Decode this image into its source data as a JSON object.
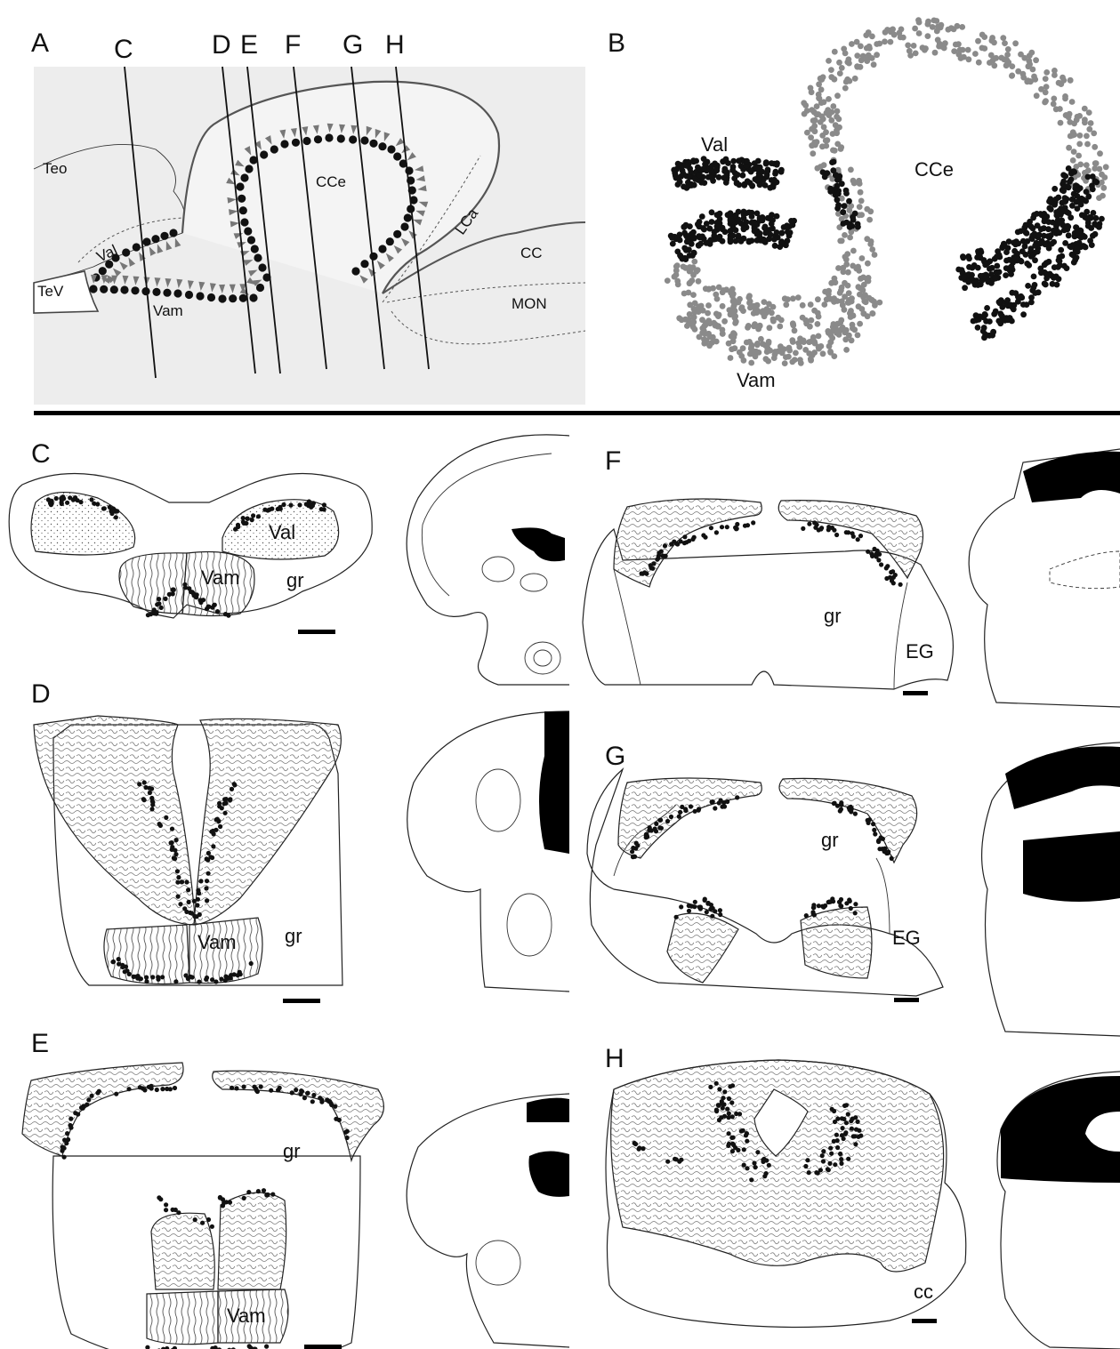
{
  "panels": {
    "A": {
      "label": "A",
      "cut_labels": [
        "C",
        "D",
        "E",
        "F",
        "G",
        "H"
      ],
      "regions": {
        "teo": "Teo",
        "tev": "TeV",
        "val": "Val",
        "vam": "Vam",
        "cce": "CCe",
        "lca": "LCa",
        "cc": "CC",
        "mon": "MON"
      }
    },
    "B": {
      "label": "B",
      "regions": {
        "val": "Val",
        "cce": "CCe",
        "vam": "Vam"
      }
    },
    "C": {
      "label": "C",
      "regions": {
        "val": "Val",
        "vam": "Vam",
        "gr": "gr"
      }
    },
    "D": {
      "label": "D",
      "regions": {
        "vam": "Vam",
        "gr": "gr"
      }
    },
    "E": {
      "label": "E",
      "regions": {
        "gr": "gr",
        "vam": "Vam"
      }
    },
    "F": {
      "label": "F",
      "regions": {
        "gr": "gr",
        "eg": "EG"
      }
    },
    "G": {
      "label": "G",
      "regions": {
        "gr": "gr",
        "eg": "EG"
      }
    },
    "H": {
      "label": "H",
      "regions": {
        "cc": "cc"
      }
    }
  },
  "colors": {
    "black_dots": "#111111",
    "gray_dots": "#8a8a8a",
    "panelA_bg": "#ededed",
    "arrowheads": "#777777",
    "fill_black": "#000000"
  }
}
